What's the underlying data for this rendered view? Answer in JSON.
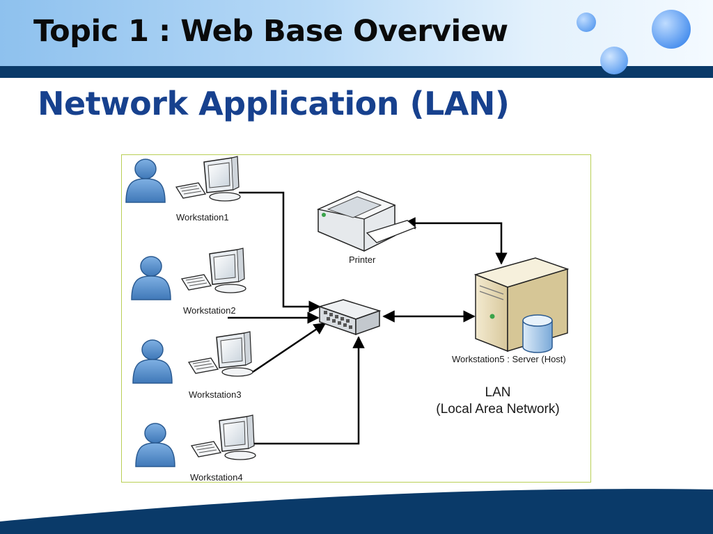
{
  "header": {
    "title": "Topic 1 : Web Base Overview"
  },
  "slide": {
    "subtitle": "Network Application (LAN)"
  },
  "diagram": {
    "nodes": {
      "workstation1": "Workstation1",
      "workstation2": "Workstation2",
      "workstation3": "Workstation3",
      "workstation4": "Workstation4",
      "printer": "Printer",
      "server": "Workstation5 : Server (Host)"
    },
    "caption_line1": "LAN",
    "caption_line2": "(Local Area Network)"
  },
  "colors": {
    "header_dark": "#0a3a69",
    "subtitle_blue": "#17418e",
    "frame_border": "#b9cf55",
    "user_blue": "#4f88c6"
  },
  "icons": [
    "user-icon",
    "computer-icon",
    "keyboard-icon",
    "printer-icon",
    "network-switch-icon",
    "server-icon",
    "database-icon"
  ]
}
